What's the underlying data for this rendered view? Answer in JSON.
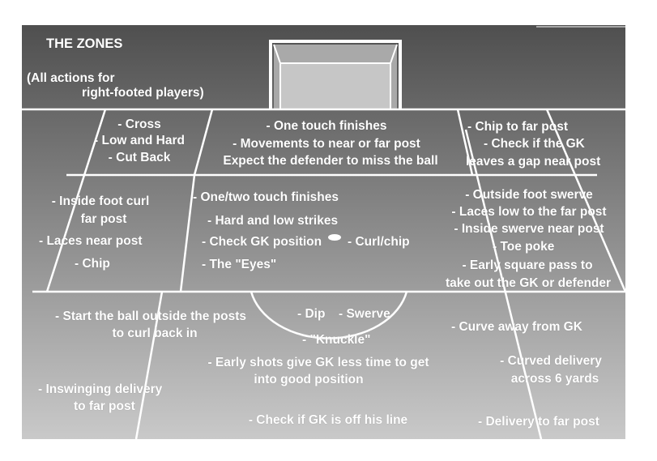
{
  "colors": {
    "top": "#4f4f4f",
    "bottom": "#c9c9c9",
    "lines": "#ffffff",
    "text": "#ffffff"
  },
  "title": "THE ZONES",
  "subtitle_line1": "(All actions for",
  "subtitle_line2": "right-footed players)",
  "zones": {
    "left_wide_top": [
      "- Cross",
      "- Low and Hard",
      "- Cut Back"
    ],
    "six_yard_center": [
      "- One touch finishes",
      "- Movements to near or far post",
      "Expect the defender to miss the ball"
    ],
    "right_wide_top": [
      "- Chip to far post",
      "- Check if the GK",
      "leaves a gap near post"
    ],
    "left_mid": [
      "- Inside foot curl",
      "far post",
      "- Laces near post",
      "- Chip"
    ],
    "center_box": [
      "- One/two touch finishes",
      "- Hard and low strikes",
      "- Check GK position",
      "- Curl/chip",
      "- The \"Eyes\""
    ],
    "right_mid": [
      "- Outside foot swerve",
      "- Laces low to the far post",
      "- Inside swerve near post",
      "- Toe poke",
      "- Early square pass to",
      "take out the GK or defender"
    ],
    "arc": [
      "- Dip",
      "- Swerve",
      "- \"Knuckle\""
    ],
    "outside_left": [
      "- Start the ball outside the posts",
      "to curl back in",
      "- Inswinging delivery",
      "to far post"
    ],
    "outside_center": [
      "- Early shots give GK less time to get",
      "into good position",
      "- Check if GK is off his line"
    ],
    "outside_right": [
      "- Curve away from GK",
      "- Curved delivery",
      "across 6 yards",
      "- Delivery to far post"
    ]
  }
}
